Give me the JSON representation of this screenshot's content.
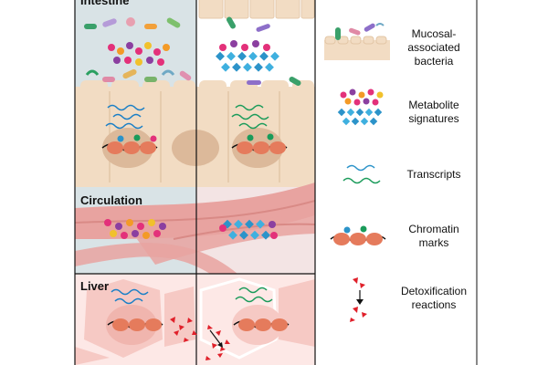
{
  "sections": {
    "intestine": "Intestine",
    "circulation": "Circulation",
    "liver": "Liver"
  },
  "legend": [
    {
      "id": "mucosal",
      "text": "Mucosal-\nassociated\nbacteria",
      "icon": "bacteria-villi-icon"
    },
    {
      "id": "metabolite",
      "text": "Metabolite\nsignatures",
      "icon": "metabolite-dots-icon"
    },
    {
      "id": "transcripts",
      "text": "Transcripts",
      "icon": "transcript-squiggle-icon"
    },
    {
      "id": "chromatin",
      "text": "Chromatin\nmarks",
      "icon": "chromatin-nucleosome-icon"
    },
    {
      "id": "detox",
      "text": "Detoxification\nreactions",
      "icon": "detox-triangles-icon"
    }
  ],
  "colors": {
    "intestine_bg": "#d9e3e6",
    "tissue": "#f2dcc3",
    "nucleus": "#dcb99a",
    "vessel": "#e8a3a0",
    "liver_cell": "#f6c9c4",
    "liver_bg": "#fde8e6",
    "transcript_left": "#1a7fc6",
    "transcript_right": "#1a9b5a",
    "chromatin": "#e57b5c"
  }
}
